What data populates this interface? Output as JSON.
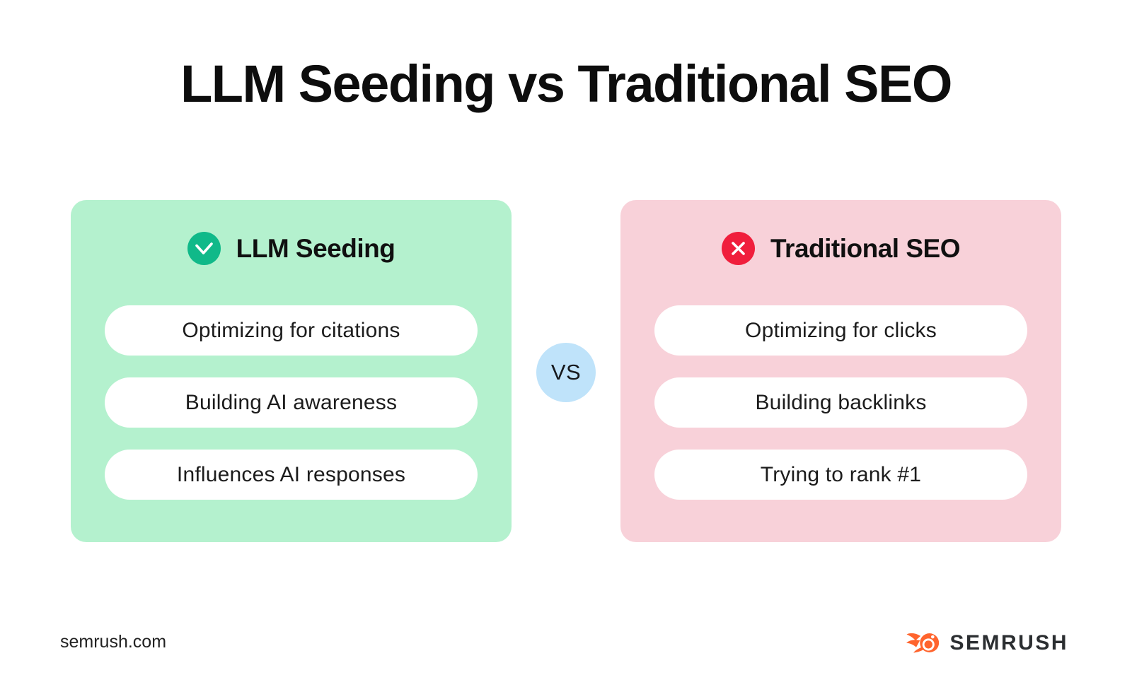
{
  "title": "LLM Seeding vs Traditional SEO",
  "vs_badge": "VS",
  "panels": [
    {
      "label": "LLM Seeding",
      "icon": "check-icon",
      "panel_color": "#b4f1ce",
      "badge_color": "#10b989",
      "items": [
        "Optimizing for citations",
        "Building AI awareness",
        "Influences AI responses"
      ]
    },
    {
      "label": "Traditional SEO",
      "icon": "x-icon",
      "panel_color": "#f8d1d9",
      "badge_color": "#f01e3c",
      "items": [
        "Optimizing for clicks",
        "Building backlinks",
        "Trying to rank #1"
      ]
    }
  ],
  "colors": {
    "vs_circle": "#bfe3fa",
    "brand_orange": "#ff642d",
    "text": "#111111"
  },
  "footer": {
    "site": "semrush.com",
    "brand": "SEMRUSH"
  }
}
